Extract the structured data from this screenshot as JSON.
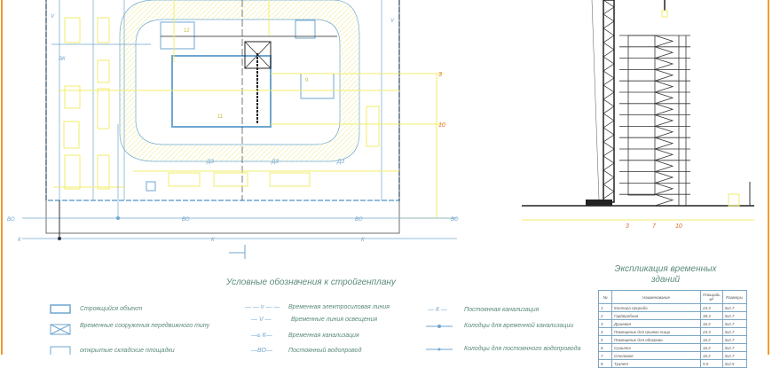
{
  "site_plan": {
    "labels": {
      "vo": "ВО",
      "k": "К",
      "dz": "ДЗ",
      "v": "V",
      "vk": "ВК",
      "axis_3": "3",
      "axis_10": "10",
      "bldg_11": "11",
      "bldg_12": "12",
      "bldg_9": "9"
    }
  },
  "elevation": {
    "axes": [
      "3",
      "7",
      "10"
    ]
  },
  "legend": {
    "title": "Условные обозначения к стройгенплану",
    "items": [
      {
        "symbol": "",
        "label": "Строящийся объект"
      },
      {
        "symbol": "",
        "label": "Временные сооружения передвижного типу"
      },
      {
        "symbol": "",
        "label": "открытые складские площадки"
      },
      {
        "symbol": "— — ν — —",
        "label": "Временная электросиловая линия"
      },
      {
        "symbol": "— V —",
        "label": "Временные линия освещения"
      },
      {
        "symbol": "—ь К—",
        "label": "Временная канализация"
      },
      {
        "symbol": "—ВО—",
        "label": "Постоянный водопровод"
      },
      {
        "symbol": "— К —",
        "label": "Постоянная канализация"
      },
      {
        "symbol": "",
        "label": "Колодцы для временной канализации"
      },
      {
        "symbol": "",
        "label": "Колодцы для постоянного водопровода"
      }
    ]
  },
  "explication": {
    "title": "Экспликация временных зданий",
    "columns": [
      "№",
      "Наименование",
      "Площадь м²",
      "Размеры"
    ],
    "rows": [
      [
        "1",
        "Контора прораба",
        "24.3",
        "3х2.7"
      ],
      [
        "2",
        "Гардеробная",
        "38.3",
        "3х2.7"
      ],
      [
        "3",
        "Душевая",
        "16.2",
        "3х2.7"
      ],
      [
        "4",
        "Помещение для приема пищи",
        "24.3",
        "3х2.7"
      ],
      [
        "5",
        "Помещение для обогрева",
        "16.2",
        "3х2.7"
      ],
      [
        "6",
        "Сушилка",
        "16.2",
        "3х2.7"
      ],
      [
        "7",
        "Столовая",
        "16.2",
        "3х2.7"
      ],
      [
        "8",
        "Туалет",
        "5.5",
        "3х2.5"
      ]
    ]
  },
  "colors": {
    "blue": "#6fa6cf",
    "yellow": "#f2ee6a",
    "orange": "#f39a2c",
    "text": "#5a8a7a"
  }
}
